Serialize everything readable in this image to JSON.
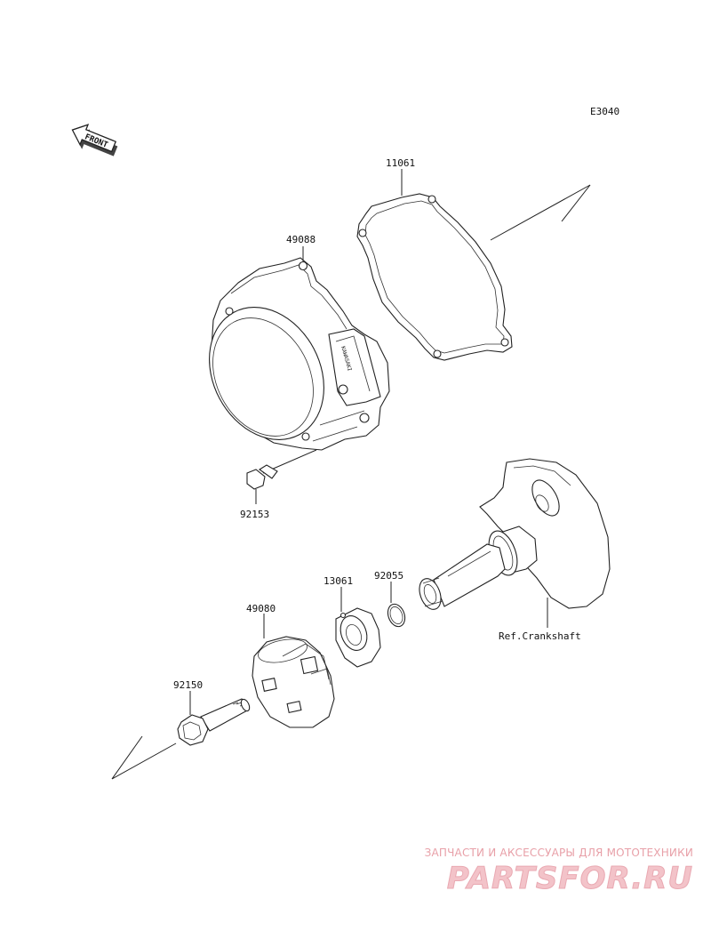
{
  "diagram_code": "E3040",
  "front_label": "FRONT",
  "cover_stamp": "KAWASAKI",
  "callouts": {
    "gasket": "11061",
    "cover": "49088",
    "bolt_cover": "92153",
    "guide": "13061",
    "ring": "92055",
    "rotor": "49080",
    "bolt_flange": "92150",
    "crankshaft_ref": "Ref.Crankshaft"
  },
  "watermark": {
    "tagline": "ЗАПЧАСТИ И АКСЕССУАРЫ ДЛЯ МОТОТЕХНИКИ",
    "logo": "PARTSFOR.RU"
  }
}
